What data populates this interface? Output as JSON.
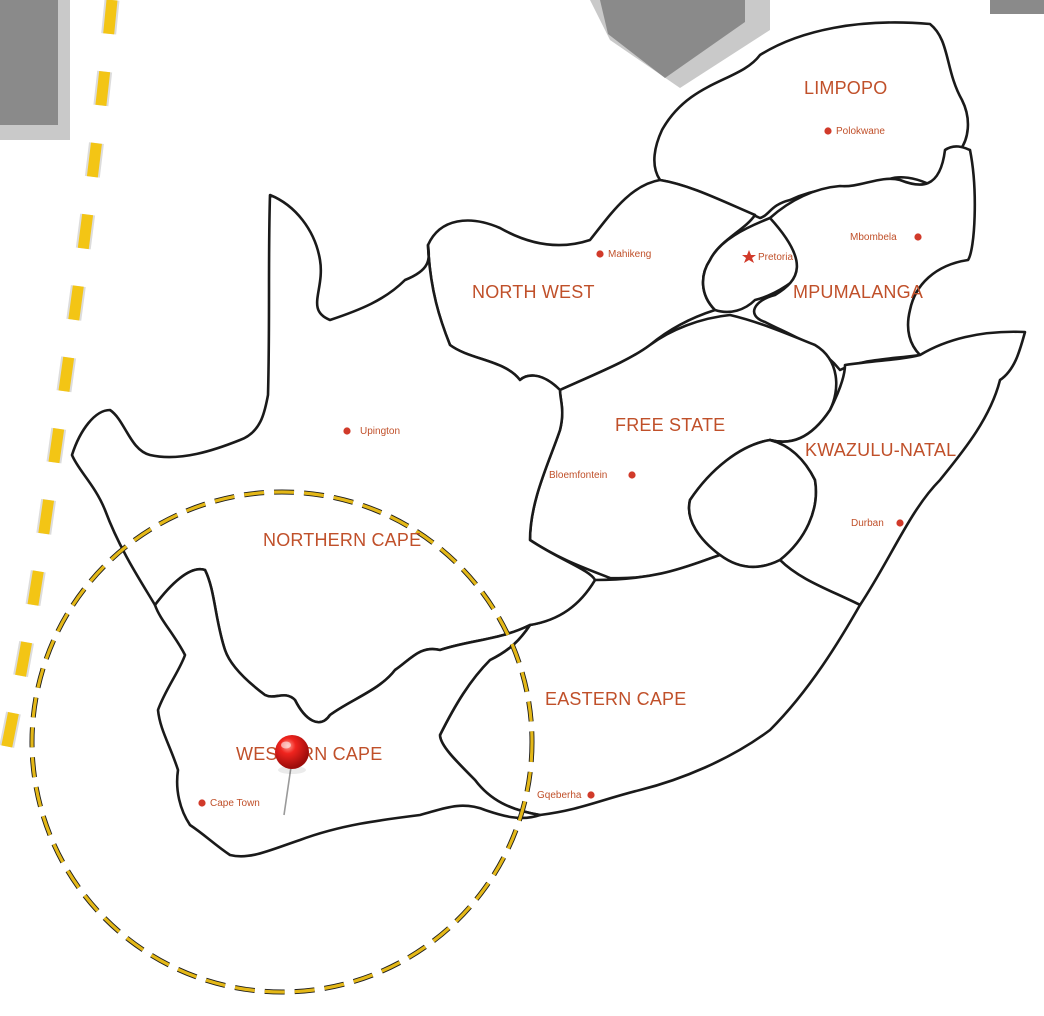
{
  "map": {
    "provinces": [
      {
        "id": "limpopo",
        "label": "LIMPOPO"
      },
      {
        "id": "north-west",
        "label": "NORTH WEST"
      },
      {
        "id": "mpumalanga",
        "label": "MPUMALANGA"
      },
      {
        "id": "free-state",
        "label": "FREE STATE"
      },
      {
        "id": "kwazulu-natal",
        "label": "KWAZULU-NATAL"
      },
      {
        "id": "northern-cape",
        "label": "NORTHERN CAPE"
      },
      {
        "id": "eastern-cape",
        "label": "EASTERN CAPE"
      },
      {
        "id": "western-cape",
        "label": "WESTERN CAPE"
      }
    ],
    "cities": [
      {
        "id": "polokwane",
        "label": "Polokwane",
        "marker": "dot"
      },
      {
        "id": "mahikeng",
        "label": "Mahikeng",
        "marker": "dot"
      },
      {
        "id": "pretoria",
        "label": "Pretoria",
        "marker": "star"
      },
      {
        "id": "mbombela",
        "label": "Mbombela",
        "marker": "dot"
      },
      {
        "id": "upington",
        "label": "Upington",
        "marker": "dot"
      },
      {
        "id": "bloemfontein",
        "label": "Bloemfontein",
        "marker": "dot"
      },
      {
        "id": "durban",
        "label": "Durban",
        "marker": "dot"
      },
      {
        "id": "gqeberha",
        "label": "Gqeberha",
        "marker": "dot"
      },
      {
        "id": "cape-town",
        "label": "Cape Town",
        "marker": "dot"
      }
    ],
    "pin": {
      "icon": "map-pin-icon",
      "color": "#e0201c",
      "location": "Western Cape"
    },
    "highlight_ring": {
      "icon": "dashed-circle-icon",
      "color": "#e4b818"
    },
    "road": {
      "icon": "dashed-road-icon",
      "color": "#f3c515"
    },
    "colors": {
      "label": "#c0502a",
      "city_dot": "#d13a2a",
      "outline": "#1a1a1a"
    }
  }
}
